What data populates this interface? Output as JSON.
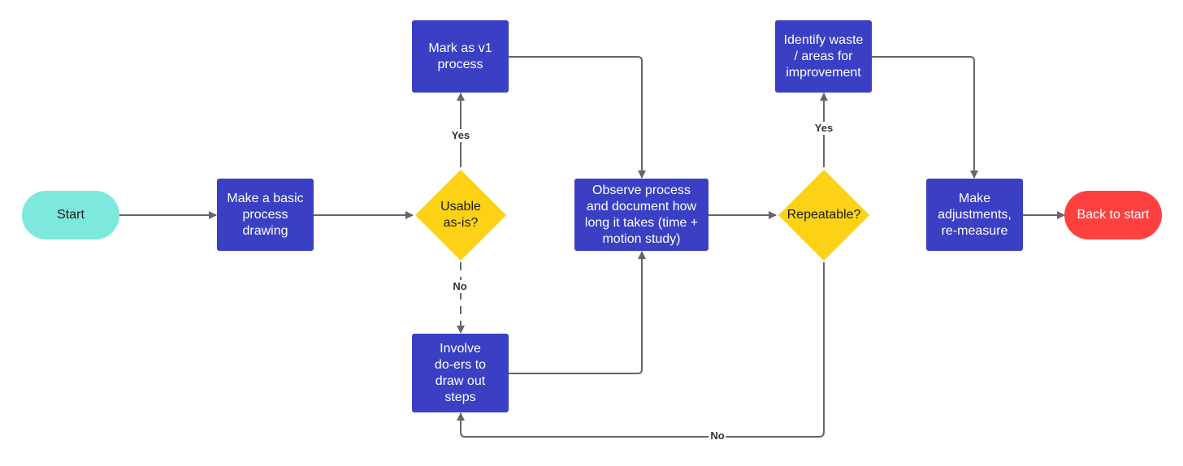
{
  "nodes": {
    "start": "Start",
    "basic_drawing": "Make a basic\nprocess\ndrawing",
    "usable": "Usable\nas-is?",
    "mark_v1": "Mark as v1\nprocess",
    "involve": "Involve\ndo-ers to\ndraw out\nsteps",
    "observe": "Observe process\nand document how\nlong it takes (time +\nmotion study)",
    "repeatable": "Repeatable?",
    "identify": "Identify waste\n/ areas for\nimprovement",
    "adjust": "Make\nadjustments,\nre-measure",
    "back": "Back to start"
  },
  "edge_labels": {
    "usable_yes": "Yes",
    "usable_no": "No",
    "repeatable_yes": "Yes",
    "repeatable_no": "No"
  },
  "colors": {
    "process": "#3a3fc4",
    "decision": "#fcd116",
    "start": "#7de8dc",
    "end": "#ff4040",
    "connector": "#666666"
  }
}
